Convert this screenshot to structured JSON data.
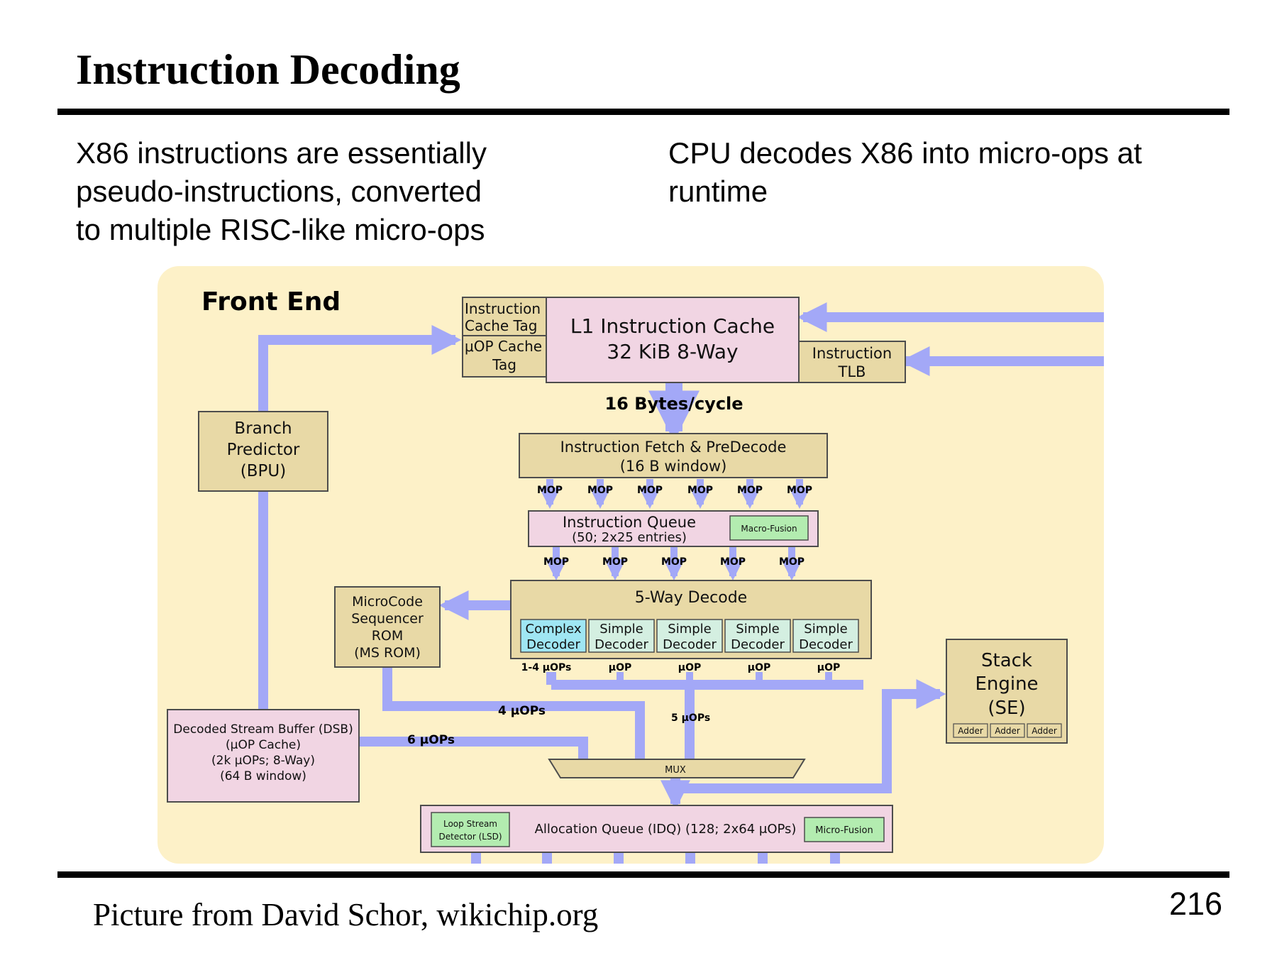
{
  "slide": {
    "title": "Instruction Decoding",
    "left_text": [
      "X86 instructions are essentially",
      "pseudo-instructions, converted",
      "to multiple RISC-like micro-ops"
    ],
    "right_text": [
      "CPU decodes X86 into micro-ops at",
      "runtime"
    ],
    "footer": "Picture from David Schor, wikichip.org",
    "page_number": "216"
  },
  "colors": {
    "diagram_background": "#fdf1c8",
    "arrow": "#a3a8f7",
    "tan_block": "#e8d9a6",
    "pink_block": "#f1d5e3",
    "green_block": "#b3ecb0",
    "cyan_block": "#9fe6f3",
    "mint_block": "#d4efe1",
    "border": "#4d4d4d"
  },
  "diagram": {
    "heading": "Front End",
    "icache_tag": [
      "Instruction",
      "Cache Tag"
    ],
    "uop_cache_tag": [
      "μOP Cache",
      "Tag"
    ],
    "l1_cache": [
      "L1 Instruction Cache",
      "32 KiB 8-Way"
    ],
    "itlb": [
      "Instruction",
      "TLB"
    ],
    "fetch_rate": "16 Bytes/cycle",
    "branch_predictor": [
      "Branch",
      "Predictor",
      "(BPU)"
    ],
    "fetch_predecode": [
      "Instruction Fetch & PreDecode",
      "(16 B window)"
    ],
    "mop": "MOP",
    "instruction_queue": [
      "Instruction Queue",
      "(50; 2x25 entries)"
    ],
    "macro_fusion": "Macro-Fusion",
    "decode": "5-Way Decode",
    "complex_decoder": [
      "Complex",
      "Decoder"
    ],
    "simple_decoder": [
      "Simple",
      "Decoder"
    ],
    "microcode_rom": [
      "MicroCode",
      "Sequencer",
      "ROM",
      "(MS ROM)"
    ],
    "uop_1_4": "1-4 μOPs",
    "uop": "μOP",
    "uops_4": "4 μOPs",
    "uops_5": "5 μOPs",
    "uops_6": "6 μOPs",
    "dsb": [
      "Decoded Stream Buffer (DSB)",
      "(μOP Cache)",
      "(2k μOPs; 8-Way)",
      "(64 B window)"
    ],
    "mux": "MUX",
    "stack_engine": [
      "Stack",
      "Engine",
      "(SE)"
    ],
    "adder": "Adder",
    "lsd": [
      "Loop Stream",
      "Detector (LSD)"
    ],
    "idq": "Allocation Queue (IDQ) (128; 2x64 μOPs)",
    "micro_fusion": "Micro-Fusion"
  }
}
